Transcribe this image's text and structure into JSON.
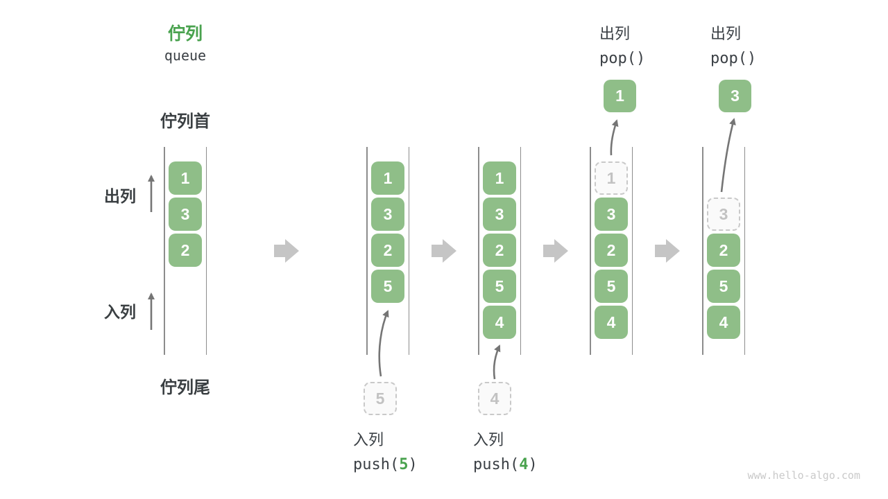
{
  "title": {
    "zh": "佇列",
    "en": "queue"
  },
  "labels": {
    "queue_front": "佇列首",
    "queue_tail": "佇列尾",
    "dequeue": "出列",
    "enqueue": "入列"
  },
  "colors": {
    "box_green": "#8FBE88",
    "title_green": "#49A24E",
    "text_dark": "#3B4045",
    "ghost_border": "#C9C9C9",
    "ghost_bg": "#FAFAFA",
    "ghost_text": "#C2C2C2",
    "arrow_gray": "#757575",
    "block_arrow": "#C5C5C5",
    "line_gray": "#8C8C8C",
    "watermark": "#C9C9C9"
  },
  "states": [
    {
      "name": "initial",
      "slots": [
        {
          "v": "1",
          "t": "filled"
        },
        {
          "v": "3",
          "t": "filled"
        },
        {
          "v": "2",
          "t": "filled"
        }
      ]
    },
    {
      "name": "after-push-5",
      "slots": [
        {
          "v": "1",
          "t": "filled"
        },
        {
          "v": "3",
          "t": "filled"
        },
        {
          "v": "2",
          "t": "filled"
        },
        {
          "v": "5",
          "t": "filled"
        }
      ],
      "incoming": {
        "v": "5"
      },
      "op": {
        "action": "入列",
        "code_pre": "push(",
        "code_arg": "5",
        "code_post": ")"
      }
    },
    {
      "name": "after-push-4",
      "slots": [
        {
          "v": "1",
          "t": "filled"
        },
        {
          "v": "3",
          "t": "filled"
        },
        {
          "v": "2",
          "t": "filled"
        },
        {
          "v": "5",
          "t": "filled"
        },
        {
          "v": "4",
          "t": "filled"
        }
      ],
      "incoming": {
        "v": "4"
      },
      "op": {
        "action": "入列",
        "code_pre": "push(",
        "code_arg": "4",
        "code_post": ")"
      }
    },
    {
      "name": "pop-first",
      "slots": [
        {
          "v": "1",
          "t": "ghost"
        },
        {
          "v": "3",
          "t": "filled"
        },
        {
          "v": "2",
          "t": "filled"
        },
        {
          "v": "5",
          "t": "filled"
        },
        {
          "v": "4",
          "t": "filled"
        }
      ],
      "popped": {
        "v": "1"
      },
      "op": {
        "action": "出列",
        "code": "pop()"
      }
    },
    {
      "name": "pop-second",
      "slots": [
        {
          "v": "",
          "t": "empty"
        },
        {
          "v": "3",
          "t": "ghost"
        },
        {
          "v": "2",
          "t": "filled"
        },
        {
          "v": "5",
          "t": "filled"
        },
        {
          "v": "4",
          "t": "filled"
        }
      ],
      "popped": {
        "v": "3"
      },
      "op": {
        "action": "出列",
        "code": "pop()"
      }
    }
  ],
  "footer": {
    "watermark": "www.hello-algo.com"
  }
}
